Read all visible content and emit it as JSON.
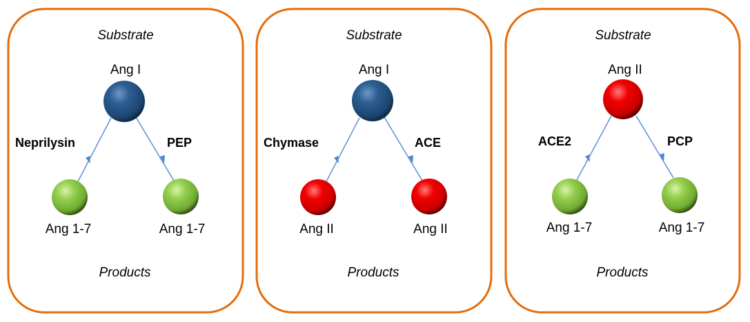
{
  "colors": {
    "border": "#E46C0A",
    "arrow": "#5B8FD6",
    "ang_i": "#1F4E79",
    "ang_ii": "#E00000",
    "ang_1_7": "#8CC63F"
  },
  "panels": [
    {
      "substrate_caption": "Substrate",
      "products_caption": "Products",
      "substrate": {
        "label": "Ang I",
        "kind": "ang_i"
      },
      "left": {
        "enzyme": "Neprilysin",
        "product": "Ang 1-7",
        "kind": "ang_1_7"
      },
      "right": {
        "enzyme": "PEP",
        "product": "Ang 1-7",
        "kind": "ang_1_7"
      }
    },
    {
      "substrate_caption": "Substrate",
      "products_caption": "Products",
      "substrate": {
        "label": "Ang I",
        "kind": "ang_i"
      },
      "left": {
        "enzyme": "Chymase",
        "product": "Ang II",
        "kind": "ang_ii"
      },
      "right": {
        "enzyme": "ACE",
        "product": "Ang II",
        "kind": "ang_ii"
      }
    },
    {
      "substrate_caption": "Substrate",
      "products_caption": "Products",
      "substrate": {
        "label": "Ang II",
        "kind": "ang_ii"
      },
      "left": {
        "enzyme": "ACE2",
        "product": "Ang 1-7",
        "kind": "ang_1_7"
      },
      "right": {
        "enzyme": "PCP",
        "product": "Ang 1-7",
        "kind": "ang_1_7"
      }
    }
  ]
}
